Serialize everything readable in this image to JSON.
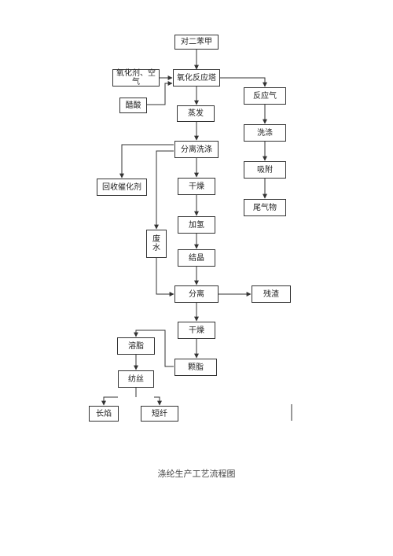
{
  "nodes": {
    "pxylene": "对二苯甲",
    "oxidant_air": "氧化剂、空气",
    "oxidation_tower": "氧化反应塔",
    "acetic_acid": "醋酸",
    "reaction_gas": "反应气",
    "evaporation": "蒸发",
    "washing": "洗涤",
    "separation_wash": "分离洗涤",
    "adsorption": "吸附",
    "recover_catalyst": "回收催化剂",
    "drying1": "干燥",
    "tail_gas": "尾气物",
    "waste_water": "废水",
    "hydrogenation": "加氢",
    "crystallization": "结晶",
    "separation": "分离",
    "residue": "残渣",
    "drying2": "干燥",
    "melt": "溶脂",
    "chips": "颗脂",
    "spinning": "纺丝",
    "filament": "长焰",
    "staple": "短纤"
  },
  "caption": "涤纶生产工艺流程图",
  "colors": {
    "line": "#333333",
    "caption": "#444444"
  }
}
